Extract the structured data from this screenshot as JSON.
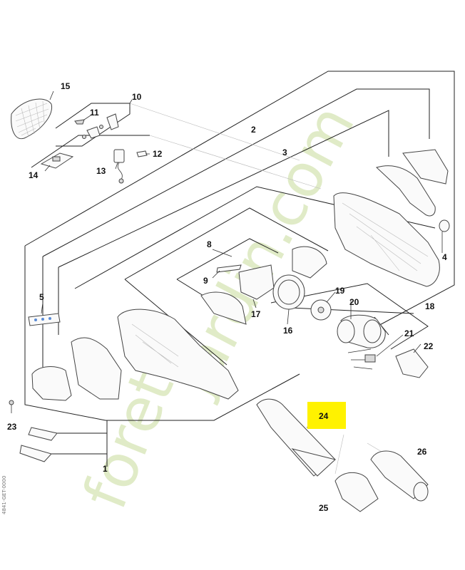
{
  "diagram": {
    "part_numbers": {
      "p1": "1",
      "p2": "2",
      "p3": "3",
      "p4": "4",
      "p5": "5",
      "p8": "8",
      "p9": "9",
      "p10": "10",
      "p11": "11",
      "p12": "12",
      "p13": "13",
      "p14": "14",
      "p15": "15",
      "p16": "16",
      "p17": "17",
      "p18": "18",
      "p19": "19",
      "p20": "20",
      "p21": "21",
      "p22": "22",
      "p23": "23",
      "p24": "24",
      "p25": "25",
      "p26": "26"
    },
    "highlighted_part": "24",
    "highlight_color": "#fff200",
    "watermark": {
      "left": "foret",
      "right": "jardin.com"
    },
    "side_code": "4841-GET-0000"
  }
}
